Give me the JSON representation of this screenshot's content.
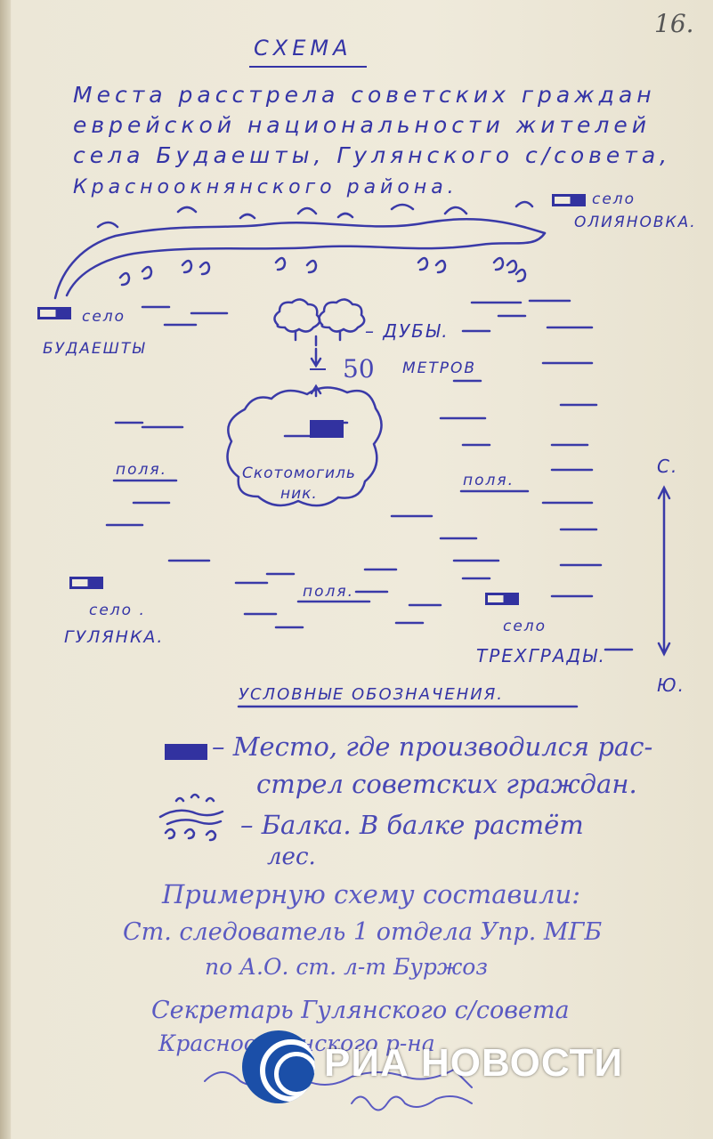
{
  "page_number": "16.",
  "title": "СХЕМА",
  "heading": {
    "line1": "Места расстрела советских граждан",
    "line2": "еврейской национальности жителей",
    "line3": "села Будаешты, Гулянского с/совета,",
    "line4": "Красноокнянского района."
  },
  "map": {
    "olianovka": {
      "selo": "село",
      "name": "ОЛИЯНОВКА."
    },
    "budaeshty": {
      "selo": "село",
      "name": "БУДАЕШТЫ"
    },
    "oaks_label": "– ДУБЫ.",
    "distance": "50",
    "distance_unit": "МЕТРОВ",
    "cattle_burial": {
      "line1": "Скотомогиль",
      "line2": "ник."
    },
    "field_left": "поля.",
    "field_right": "поля.",
    "field_bottom": "поля.",
    "gulyanka": {
      "selo": "село .",
      "name": "ГУЛЯНКА."
    },
    "trehgrady": {
      "selo": "село",
      "name": "ТРЕХГРАДЫ."
    },
    "north": "С.",
    "south": "Ю."
  },
  "legend": {
    "title": "УСЛОВНЫЕ ОБОЗНАЧЕНИЯ.",
    "item1": {
      "line1": "– Место, где производился рас-",
      "line2": "стрел советских граждан."
    },
    "item2": {
      "line1": "– Балка. В балке растёт",
      "line2": "лес."
    }
  },
  "signature": {
    "line1": "Примерную схему составили:",
    "line2": "Ст. следователь 1 отдела Упр. МГБ",
    "line3": "по А.О. ст. л-т Буржоз",
    "line4": "Секретарь Гулянского с/совета",
    "line5": "Красноокнянского р-на"
  },
  "watermark": {
    "text": "РИА НОВОСТИ",
    "colors": {
      "logo": "#1b4fa8",
      "text": "#ffffff"
    }
  }
}
